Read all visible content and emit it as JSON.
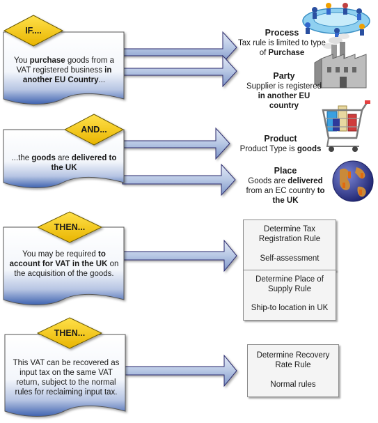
{
  "condition1": {
    "tag": "IF....",
    "text_parts": [
      "You ",
      "purchase",
      " goods from a VAT registered business ",
      "in another EU Country",
      "..."
    ]
  },
  "condition2": {
    "tag": "AND...",
    "text_parts": [
      "...the ",
      "goods",
      " are ",
      "delivered to the UK"
    ]
  },
  "condition3": {
    "tag": "THEN...",
    "text_parts": [
      "You may be required ",
      "to account for VAT in the UK",
      " on the acquisition of the goods."
    ]
  },
  "condition4": {
    "tag": "THEN...",
    "text": "This VAT can be recovered as input tax on the same VAT return, subject to the normal rules for reclaiming input tax."
  },
  "process": {
    "title": "Process",
    "text_parts": [
      "Tax rule is limited to type of ",
      "Purchase"
    ]
  },
  "party": {
    "title": "Party",
    "text_parts": [
      "Supplier is registered ",
      "in another EU country"
    ]
  },
  "product": {
    "title": "Product",
    "text_parts": [
      "Product Type is ",
      "goods"
    ]
  },
  "place": {
    "title": "Place",
    "text_parts": [
      "Goods are ",
      "delivered",
      " from an EC country ",
      "to the UK"
    ]
  },
  "rule_tax_registration": {
    "title": "Determine Tax Registration Rule",
    "value": "Self-assessment"
  },
  "rule_place_of_supply": {
    "title": "Determine Place of Supply Rule",
    "value": "Ship-to location in UK"
  },
  "rule_recovery_rate": {
    "title": "Determine Recovery Rate Rule",
    "value": "Normal rules"
  },
  "colors": {
    "panel_top": "#ffffff",
    "panel_bottom": "#3f63b0",
    "diamond": "#f2c400",
    "arrow_fill": "#b9c8e4",
    "arrow_stroke": "#2c2c6e"
  }
}
